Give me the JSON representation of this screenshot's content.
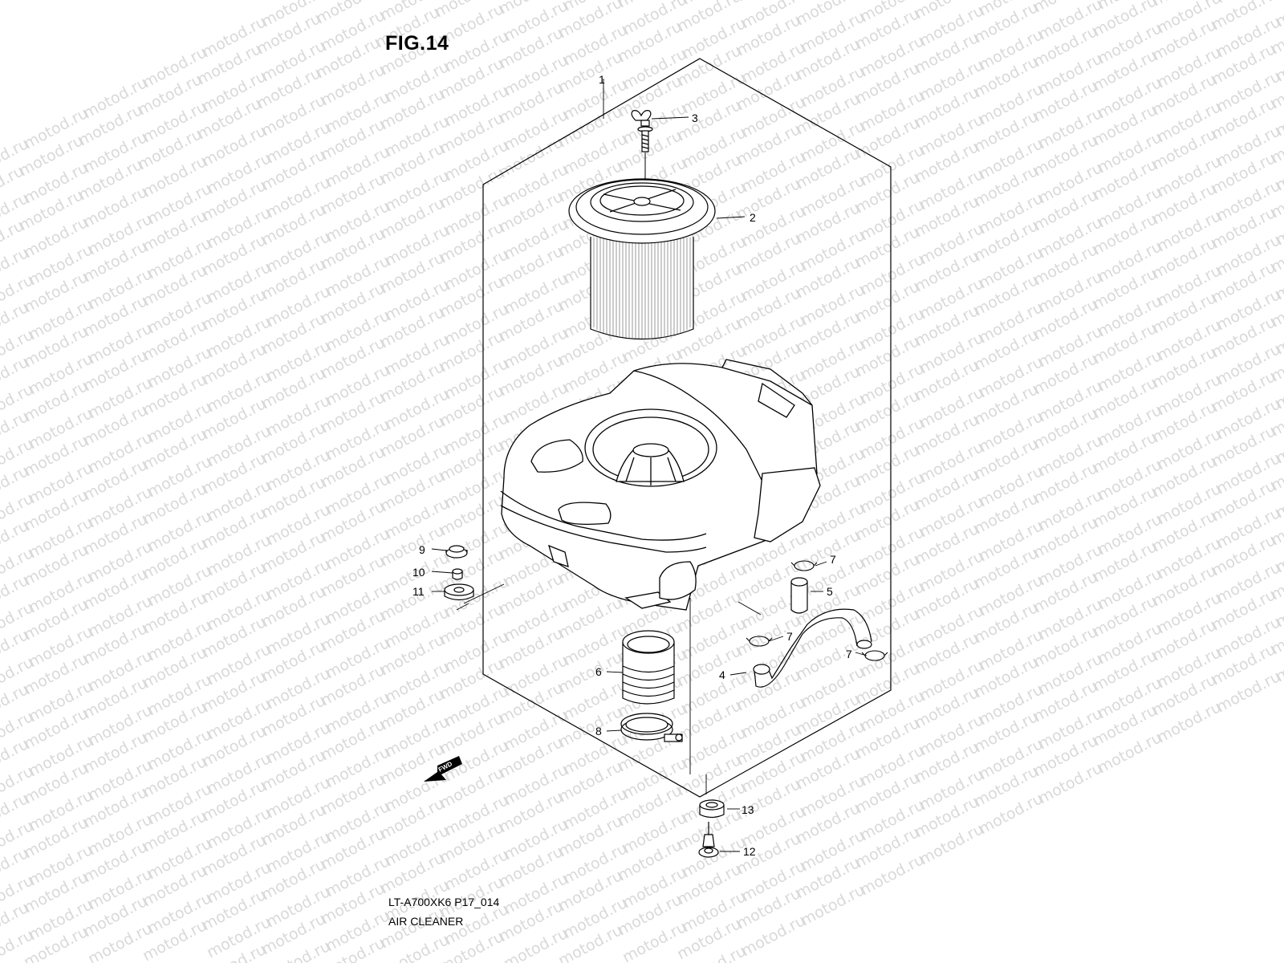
{
  "figure": {
    "title": "FIG.14"
  },
  "footer": {
    "model_code": "LT-A700XK6 P17_014",
    "section_name": "AIR CLEANER"
  },
  "watermark": {
    "text": "motod.ru",
    "color": "#d9d9d9"
  },
  "fwd_marker": {
    "text": "FWD"
  },
  "callouts": [
    {
      "id": "c1",
      "label": "1"
    },
    {
      "id": "c2",
      "label": "2"
    },
    {
      "id": "c3",
      "label": "3"
    },
    {
      "id": "c4",
      "label": "4"
    },
    {
      "id": "c5",
      "label": "5"
    },
    {
      "id": "c6",
      "label": "6"
    },
    {
      "id": "c7a",
      "label": "7"
    },
    {
      "id": "c7b",
      "label": "7"
    },
    {
      "id": "c7c",
      "label": "7"
    },
    {
      "id": "c8",
      "label": "8"
    },
    {
      "id": "c9",
      "label": "9"
    },
    {
      "id": "c10",
      "label": "10"
    },
    {
      "id": "c11",
      "label": "11"
    },
    {
      "id": "c12",
      "label": "12"
    },
    {
      "id": "c13",
      "label": "13"
    }
  ]
}
